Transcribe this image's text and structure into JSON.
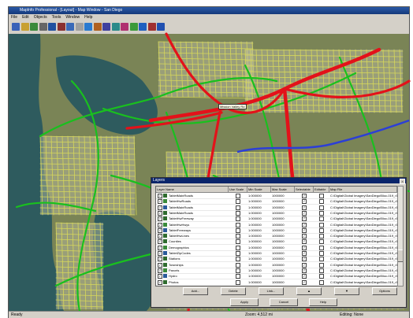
{
  "window": {
    "title": "MapInfo Professional - [Layout] - Map Window - San Diego",
    "accent": "#14387a"
  },
  "menu": [
    "File",
    "Edit",
    "Objects",
    "Tools",
    "Window",
    "Help"
  ],
  "toolbar": {
    "icons": [
      "new-icon",
      "open-icon",
      "save-icon",
      "print-icon",
      "select-icon",
      "zoom-in-icon",
      "zoom-out-icon",
      "pan-icon",
      "info-icon",
      "ruler-icon",
      "label-icon",
      "layer-control-icon",
      "legend-icon",
      "redraw-icon",
      "hotlink-icon",
      "graph-icon",
      "help-icon"
    ]
  },
  "map": {
    "callout": "Mission Valley Rd",
    "colors": {
      "water": "#2e5b5e",
      "land": "#7a8456",
      "highway": "#e3121a",
      "major": "#19c01e",
      "minor": "#d7d85a",
      "arterial": "#2c3fd6",
      "urban": "#bfbea4"
    }
  },
  "dialog": {
    "title": "Layers",
    "columns": [
      "Layer Name",
      "Use Scale",
      "Min Scale",
      "Max Scale",
      "Selectable",
      "Editable",
      "Map File"
    ],
    "rows": [
      {
        "name": "TabletMainRoads",
        "use": false,
        "min": "1:000000",
        "max": "1000000",
        "sel": true,
        "edit": false,
        "file": "C:\\Digital\\Global Imagery\\SanDiego\\Bloc-019_r14"
      },
      {
        "name": "TabletHwRoads",
        "use": false,
        "min": "1:000000",
        "max": "1000000",
        "sel": true,
        "edit": false,
        "file": "C:\\Digital\\Global Imagery\\SanDiego\\Bloc-019_r14"
      },
      {
        "name": "TabletMainRoads",
        "use": false,
        "min": "1:000000",
        "max": "1000000",
        "sel": true,
        "edit": false,
        "file": "C:\\Digital\\Global Imagery\\SanDiego\\Bloc-019_r14"
      },
      {
        "name": "TabletMainRoads",
        "use": false,
        "min": "1:000000",
        "max": "1000000",
        "sel": true,
        "edit": false,
        "file": "C:\\Digital\\Global Imagery\\SanDiego\\Bloc-019_r14"
      },
      {
        "name": "TabletHwFreeway",
        "use": false,
        "min": "1:000000",
        "max": "1000000",
        "sel": true,
        "edit": false,
        "file": "C:\\Digital\\Global Imagery\\SanDiego\\Bloc-019_r14"
      },
      {
        "name": "TabletHwHwys",
        "use": false,
        "min": "1:000000",
        "max": "1000000",
        "sel": true,
        "edit": false,
        "file": "C:\\Digital\\Global Imagery\\SanDiego\\Bloc-019_r14"
      },
      {
        "name": "TabletFreeways",
        "use": false,
        "min": "1:000000",
        "max": "1000000",
        "sel": true,
        "edit": false,
        "file": "C:\\Digital\\Global Imagery\\SanDiego\\Bloc-019_r14"
      },
      {
        "name": "TabletHwLines",
        "use": false,
        "min": "1:000000",
        "max": "1000000",
        "sel": true,
        "edit": false,
        "file": "C:\\Digital\\Global Imagery\\SanDiego\\Bloc-019_r14"
      },
      {
        "name": "Counties",
        "use": false,
        "min": "1:000000",
        "max": "1000000",
        "sel": true,
        "edit": false,
        "file": "C:\\Digital\\Global Imagery\\SanDiego\\Bloc-019_r14"
      },
      {
        "name": "Demographics",
        "use": false,
        "min": "1:000000",
        "max": "1000000",
        "sel": true,
        "edit": false,
        "file": "C:\\Digital\\Global Imagery\\SanDiego\\Bloc-019_r14"
      },
      {
        "name": "TabletZipCodes",
        "use": false,
        "min": "1:000000",
        "max": "1000000",
        "sel": true,
        "edit": false,
        "file": "C:\\Digital\\Global Imagery\\SanDiego\\Bloc-019_r14"
      },
      {
        "name": "Stations",
        "use": false,
        "min": "1:000000",
        "max": "1000000",
        "sel": true,
        "edit": false,
        "file": "C:\\Digital\\Global Imagery\\SanDiego\\Bloc-019_r14"
      },
      {
        "name": "Townships",
        "use": false,
        "min": "1:000000",
        "max": "1000000",
        "sel": true,
        "edit": false,
        "file": "C:\\Digital\\Global Imagery\\SanDiego\\Bloc-019_r14"
      },
      {
        "name": "Parcels",
        "use": false,
        "min": "1:000000",
        "max": "1000000",
        "sel": true,
        "edit": false,
        "file": "C:\\Digital\\Global Imagery\\SanDiego\\Bloc-019_r14"
      },
      {
        "name": "Hydro",
        "use": false,
        "min": "1:000000",
        "max": "1000000",
        "sel": true,
        "edit": false,
        "file": "C:\\Digital\\Global Imagery\\SanDiego\\Bloc-019_r14"
      },
      {
        "name": "Photos",
        "use": false,
        "min": "1:000000",
        "max": "1000000",
        "sel": true,
        "edit": false,
        "file": "C:\\Digital\\Global Imagery\\SanDiego\\Bloc-019_r14"
      }
    ],
    "buttons_row1": [
      "Add...",
      "Delete",
      "Link...",
      "▲",
      "▼",
      "Options"
    ],
    "buttons_row2": [
      "Apply",
      "Cancel",
      "Help"
    ]
  },
  "status": {
    "left": "Ready",
    "mid": "Zoom: 4,512 mi",
    "right": "Editing: None"
  }
}
